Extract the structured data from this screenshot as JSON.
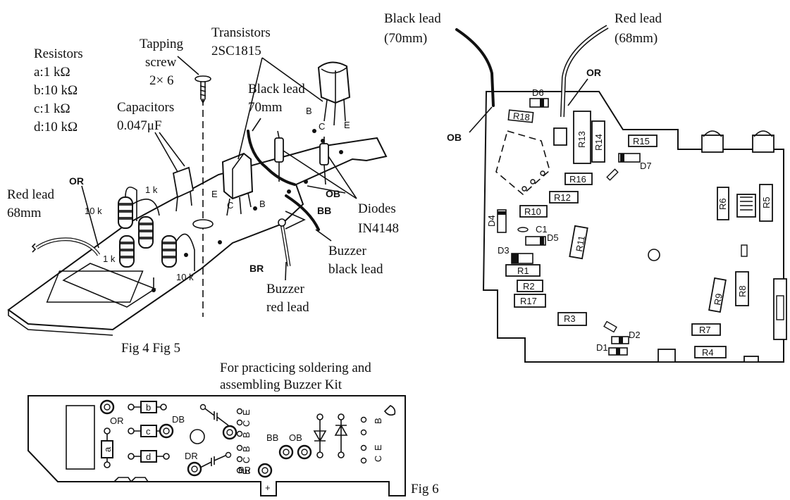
{
  "fig45": {
    "resistors": {
      "title": "Resistors",
      "a": "a:1 kΩ",
      "b": "b:10 kΩ",
      "c": "c:1 kΩ",
      "d": "d:10 kΩ"
    },
    "tapping_screw": [
      "Tapping",
      "screw",
      "2× 6"
    ],
    "transistors": [
      "Transistors",
      "2SC1815"
    ],
    "capacitors": [
      "Capacitors",
      "0.047μF"
    ],
    "black_lead": [
      "Black lead",
      "70mm"
    ],
    "red_lead": [
      "Red lead",
      "68mm"
    ],
    "diodes": [
      "Diodes",
      "IN4148"
    ],
    "buzzer_black": [
      "Buzzer",
      "black lead"
    ],
    "buzzer_red": [
      "Buzzer",
      "red lead"
    ],
    "pins": {
      "B": "B",
      "C": "C",
      "E": "E",
      "E2": "E",
      "C2": "C",
      "B2": "B"
    },
    "points": {
      "OR": "OR",
      "OB": "OB",
      "BB": "BB",
      "BR": "BR"
    },
    "values": {
      "k1a": "1 k",
      "k10a": "10 k",
      "k1b": "1 k",
      "k10b": "10 k"
    },
    "caption": "Fig 4 Fig 5"
  },
  "fig_right": {
    "black_lead": [
      "Black lead",
      "(70mm)"
    ],
    "red_lead": [
      "Red lead",
      "(68mm)"
    ],
    "OR": "OR",
    "OB": "OB",
    "parts": [
      "D6",
      "R18",
      "R13",
      "R14",
      "R15",
      "D7",
      "R16",
      "R12",
      "R6",
      "R5",
      "D4",
      "R10",
      "C1",
      "D5",
      "R11",
      "D3",
      "R1",
      "R2",
      "R17",
      "R9",
      "R8",
      "R3",
      "D2",
      "D1",
      "R7",
      "R4"
    ]
  },
  "fig6": {
    "title": [
      "For practicing soldering and",
      "assembling Buzzer Kit"
    ],
    "labels": {
      "OR": "OR",
      "DB": "DB",
      "DR": "DR",
      "BB": "BB",
      "OB": "OB",
      "BR": "BR",
      "plus": "+"
    },
    "boxes": {
      "a": "a",
      "b": "b",
      "c": "c",
      "d": "d"
    },
    "ecb_top": [
      "E",
      "C",
      "B"
    ],
    "ecb_mid": [
      "B",
      "C",
      "E"
    ],
    "ecb_right_top": "B",
    "ecb_right_bottom": [
      "E",
      "C"
    ],
    "caption": "Fig 6"
  }
}
